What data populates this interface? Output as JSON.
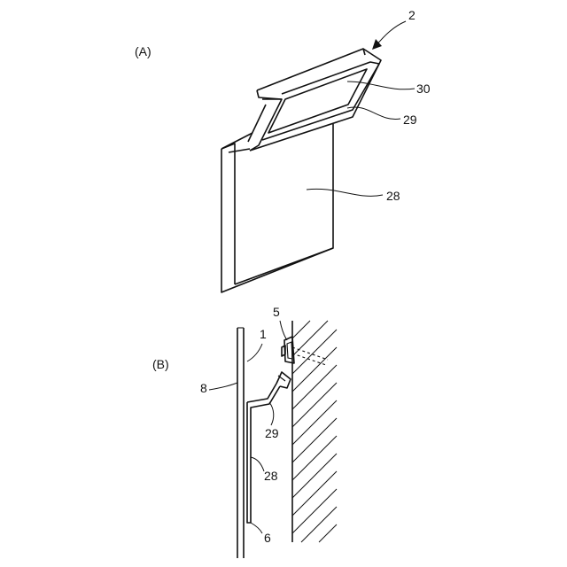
{
  "figure_a": {
    "panel_label": "(A)",
    "refs": {
      "assembly": "2",
      "opening": "30",
      "frame": "29",
      "panel": "28"
    }
  },
  "figure_b": {
    "panel_label": "(B)",
    "refs": {
      "fastener": "5",
      "board": "1",
      "face_plate": "8",
      "frame": "29",
      "panel": "28",
      "bottom": "6"
    }
  }
}
